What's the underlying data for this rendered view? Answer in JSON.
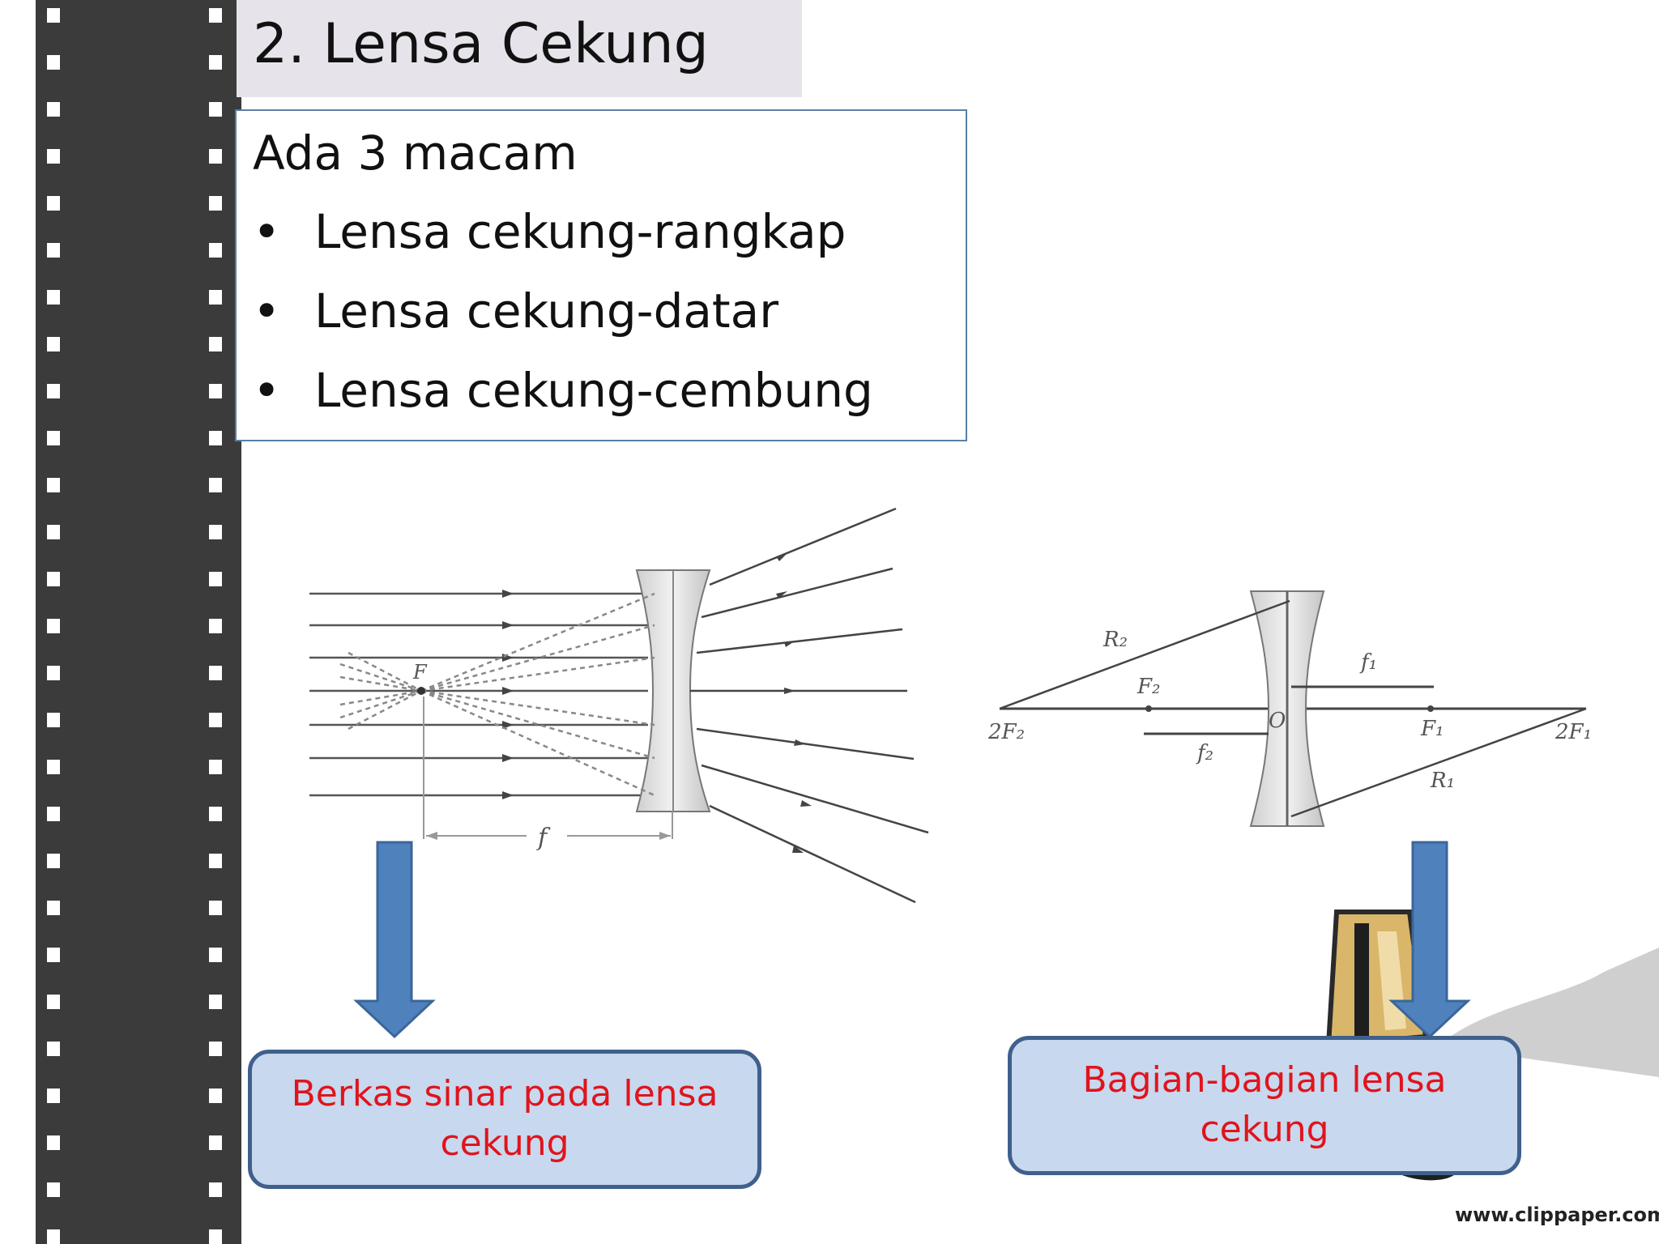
{
  "slide": {
    "title": "2. Lensa Cekung",
    "intro": "Ada 3 macam",
    "bullet_symbol": "•",
    "bullets": [
      "Lensa cekung-rangkap",
      "Lensa cekung-datar",
      "Lensa cekung-cembung"
    ]
  },
  "diagram_left": {
    "focus_label": "F",
    "focal_length_label": "f"
  },
  "diagram_right": {
    "labels": {
      "r2": "R₂",
      "f2_point": "F₂",
      "two_f2": "2F₂",
      "f2_length": "f₂",
      "origin": "O",
      "f1_length": "f₁",
      "f1_point": "F₁",
      "two_f1": "2F₁",
      "r1": "R₁"
    }
  },
  "callouts": {
    "left": "Berkas sinar pada lensa cekung",
    "right": "Bagian-bagian lensa cekung"
  },
  "watermark": "www.clippaper.com",
  "colors": {
    "filmstrip": "#3b3b3b",
    "title_bg": "#e6e4ea",
    "arrow_fill": "#4f81bd",
    "callout_bg": "#c8d8ee",
    "callout_text": "#e0141c"
  },
  "icons": [
    "down-arrow-icon",
    "bookmark-clipart-icon"
  ]
}
